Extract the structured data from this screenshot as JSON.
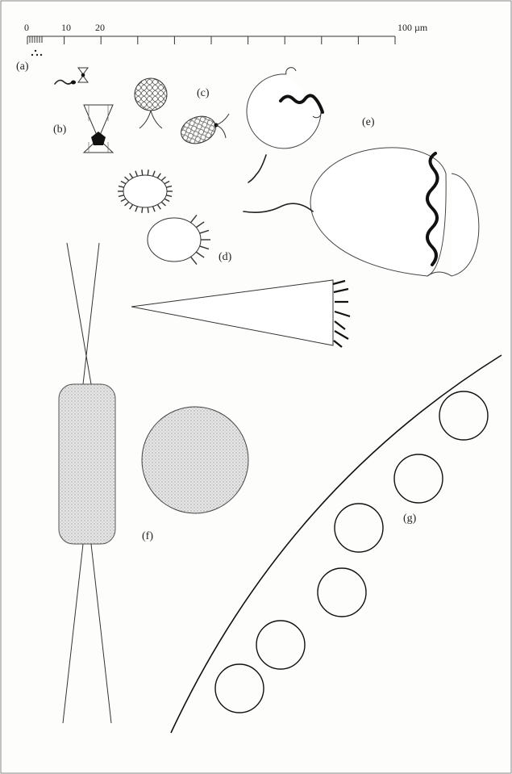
{
  "scale_bar": {
    "ticks": [
      "0",
      "10",
      "20"
    ],
    "end_label": "100 µm"
  },
  "panels": {
    "a": "(a)",
    "b": "(b)",
    "c": "(c)",
    "d": "(d)",
    "e": "(e)",
    "f": "(f)",
    "g": "(g)"
  }
}
